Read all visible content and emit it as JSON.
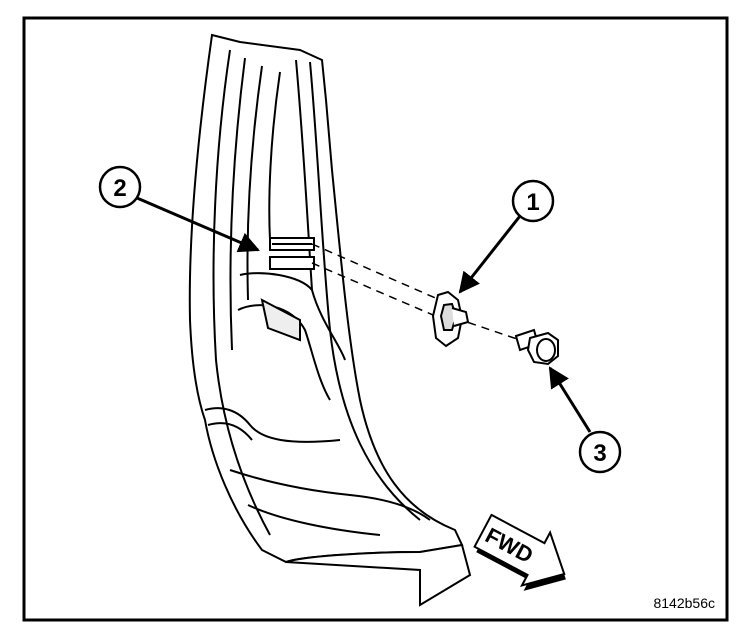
{
  "figure": {
    "callouts": [
      {
        "id": "1",
        "label": "1"
      },
      {
        "id": "2",
        "label": "2"
      },
      {
        "id": "3",
        "label": "3"
      }
    ],
    "direction_label": "FWD",
    "figure_code": "8142b56c"
  }
}
